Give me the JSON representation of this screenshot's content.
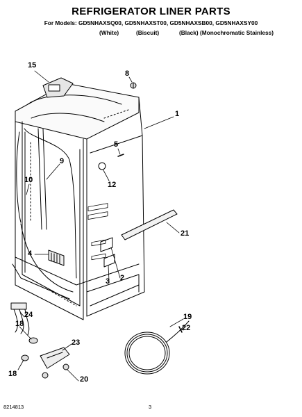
{
  "title": "REFRIGERATOR LINER PARTS",
  "models_line": "For Models: GD5NHAXSQ00, GD5NHAXST00, GD5NHAXSB00, GD5NHAXSY00",
  "color_labels": [
    "(White)",
    "(Biscuit)",
    "(Black) (Monochromatic Stainless)"
  ],
  "callouts": [
    "15",
    "8",
    "1",
    "5",
    "9",
    "10",
    "12",
    "4",
    "21",
    "2",
    "3",
    "19",
    "22",
    "24",
    "18",
    "23",
    "18",
    "20"
  ],
  "footer": {
    "part_number": "8214813",
    "page": "3"
  }
}
